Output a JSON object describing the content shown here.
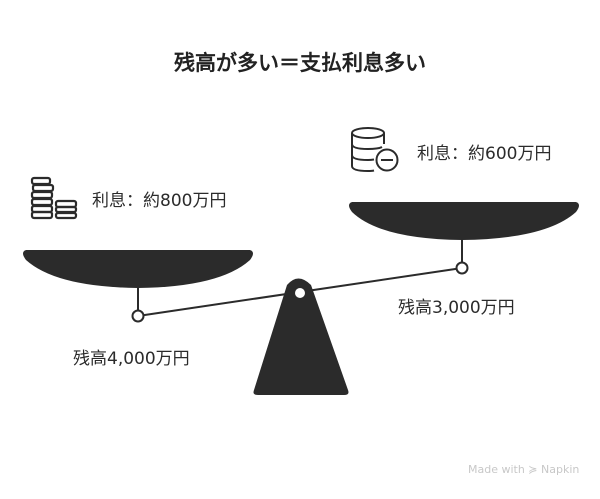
{
  "title": "残高が多い＝支払利息多い",
  "left": {
    "interest": "利息：約800万円",
    "balance": "残高4,000万円",
    "icon": "coin-stack-icon"
  },
  "right": {
    "interest": "利息：約600万円",
    "balance": "残高3,000万円",
    "icon": "database-minus-icon"
  },
  "watermark": "Made with ≽ Napkin",
  "colors": {
    "dark": "#2b2b2b"
  }
}
